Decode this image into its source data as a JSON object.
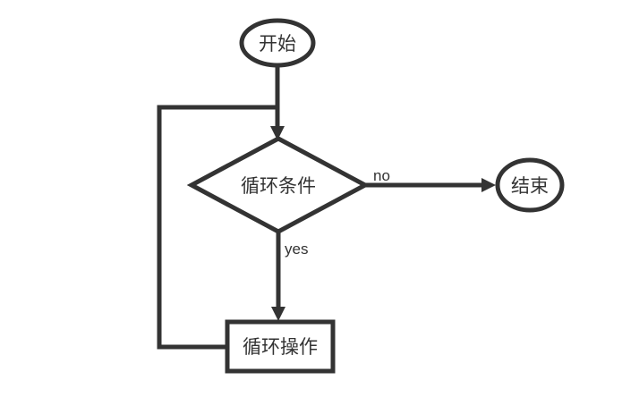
{
  "flowchart": {
    "background_color": "#ffffff",
    "stroke_color": "#333333",
    "text_color": "#333333",
    "nodes": {
      "start": {
        "shape": "ellipse",
        "label": "开始"
      },
      "condition": {
        "shape": "diamond",
        "label": "循环条件"
      },
      "end": {
        "shape": "ellipse",
        "label": "结束"
      },
      "operation": {
        "shape": "rectangle",
        "label": "循环操作"
      }
    },
    "edges": {
      "start_to_condition": {
        "from": "start",
        "to": "condition",
        "label": ""
      },
      "condition_to_end": {
        "from": "condition",
        "to": "end",
        "label": "no"
      },
      "condition_to_operation": {
        "from": "condition",
        "to": "operation",
        "label": "yes"
      },
      "operation_to_condition": {
        "from": "operation",
        "to": "condition",
        "label": ""
      }
    }
  }
}
